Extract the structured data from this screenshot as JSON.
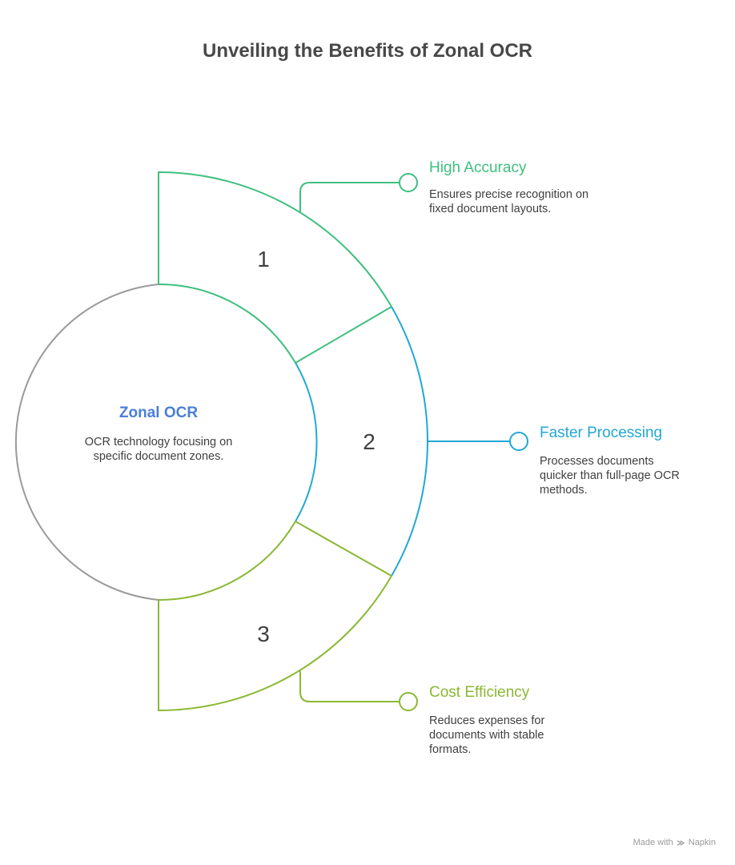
{
  "title": "Unveiling the Benefits of Zonal OCR",
  "center": {
    "title": "Zonal OCR",
    "description": "OCR technology focusing on specific document zones."
  },
  "segments": [
    {
      "number": "1",
      "title": "High Accuracy",
      "description": "Ensures precise recognition on fixed document layouts.",
      "color": "#3fbf7f"
    },
    {
      "number": "2",
      "title": "Faster Processing",
      "description": "Processes documents quicker than full-page OCR methods.",
      "color": "#21a8d6"
    },
    {
      "number": "3",
      "title": "Cost Efficiency",
      "description": "Reduces expenses for documents with stable formats.",
      "color": "#8ab833"
    }
  ],
  "colors": {
    "circle_outline": "#9a9a9a",
    "title_text": "#484848",
    "center_title": "#4a7fd6"
  },
  "footer": {
    "made_with": "Made with",
    "brand": "Napkin",
    "icon": "napkin-icon"
  }
}
